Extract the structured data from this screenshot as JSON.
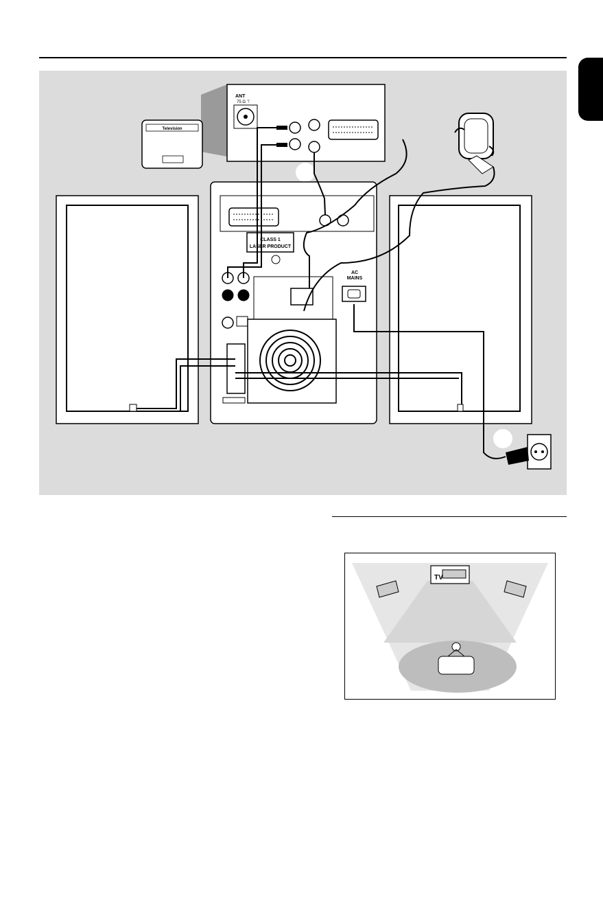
{
  "labels": {
    "tv_brand": "Television",
    "antenna": "ANT",
    "antenna_impedance": "75 Ω ⊤",
    "laser_line1": "CLASS 1",
    "laser_line2": "LASER PRODUCT",
    "ac_line1": "AC",
    "ac_line2": "MAINS",
    "tv_room": "TV"
  },
  "colors": {
    "panel_bg": "#dcdcdc",
    "room_floor": "#bdbdbd",
    "ink": "#000000"
  },
  "icons": [
    "television-icon",
    "antenna-socket-icon",
    "scart-socket-icon",
    "loop-antenna-icon",
    "fm-wire-antenna-icon",
    "speaker-icon",
    "fan-grille-icon",
    "wall-outlet-icon",
    "mains-plug-icon",
    "listener-icon"
  ]
}
